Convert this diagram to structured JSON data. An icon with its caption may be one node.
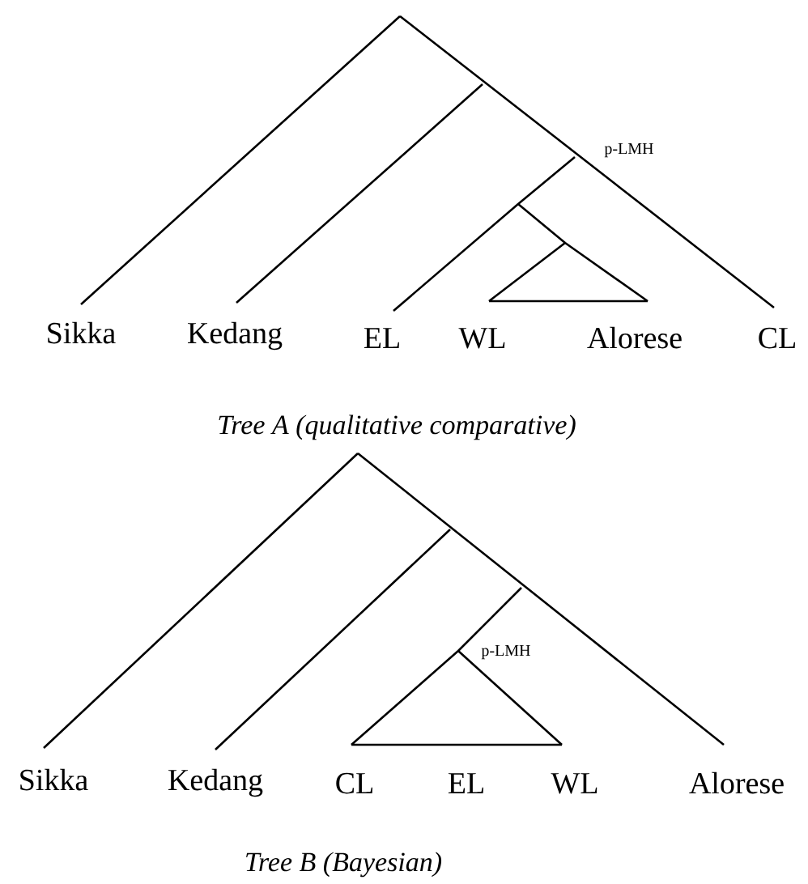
{
  "diagram": {
    "labels": [
      "p-LMH",
      "Sikka",
      "Kedang",
      "EL",
      "WL",
      "Alorese",
      "CL",
      "Tree A (qualitative comparative)",
      "p-LMH",
      "Sikka",
      "Kedang",
      "CL",
      "EL",
      "WL",
      "Alorese",
      "Tree B (Bayesian)"
    ]
  }
}
